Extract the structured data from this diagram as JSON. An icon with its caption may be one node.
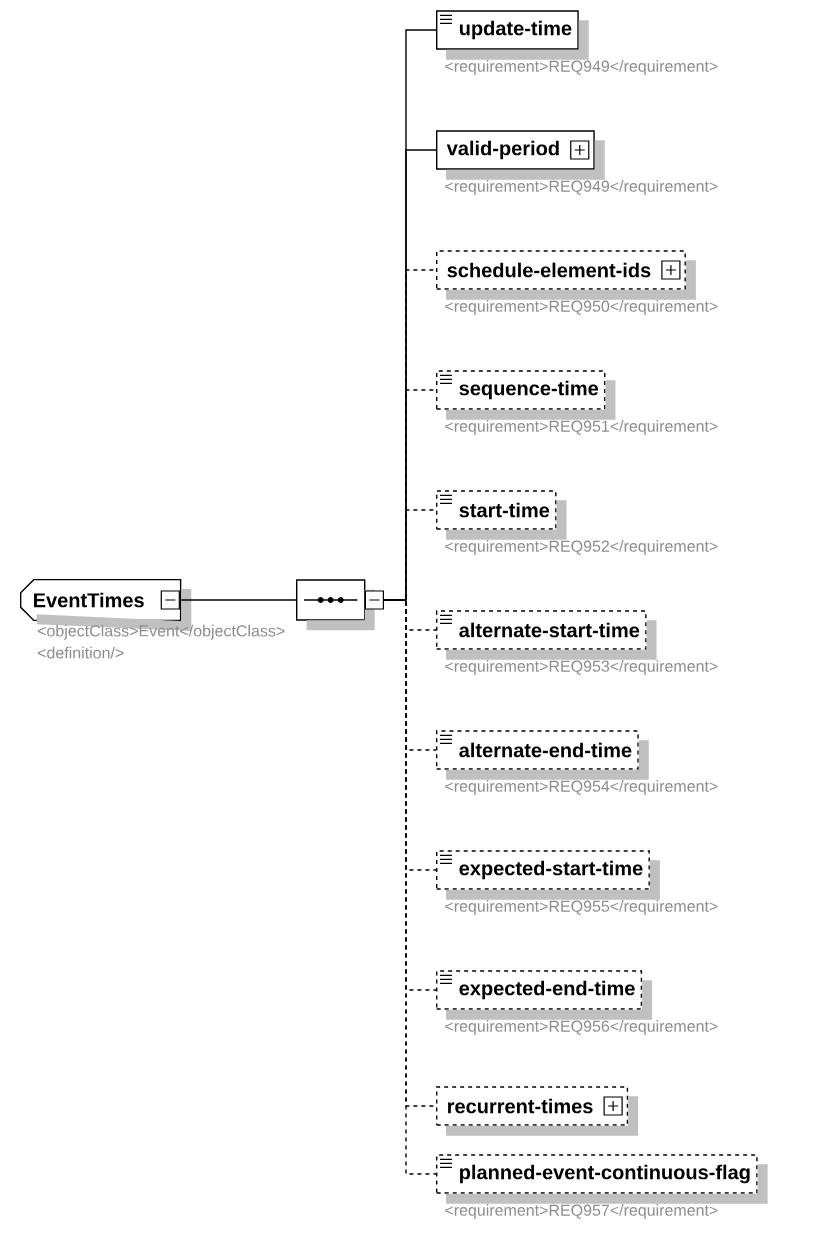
{
  "diagram": {
    "nodes": [
      {
        "text": [
          "EventTimes"
        ],
        "beside": [
          "<objectClass>Event</objectClass>",
          "<definition/>"
        ]
      },
      {
        "text": [],
        "shape": "octagon"
      },
      {
        "text": [
          "update-time"
        ],
        "beside": [
          "<requirement>REQ949</requirement>"
        ]
      },
      {
        "text": [
          "valid-period"
        ],
        "beside": [
          "<requirement>REQ949</requirement>"
        ]
      },
      {
        "text": [
          "schedule-element-ids"
        ],
        "beside": [
          "<requirement>REQ950</requirement>"
        ]
      },
      {
        "text": [
          "sequence-time"
        ],
        "beside": [
          "<requirement>REQ951</requirement>"
        ]
      },
      {
        "text": [
          "start-time"
        ],
        "beside": [
          "<requirement>REQ952</requirement>"
        ]
      },
      {
        "text": [
          "alternate-start-time"
        ],
        "beside": [
          "<requirement>REQ953</requirement>"
        ]
      },
      {
        "text": [
          "alternate-end-time"
        ],
        "beside": [
          "<requirement>REQ954</requirement>"
        ]
      },
      {
        "text": [
          "expected-start-time"
        ],
        "beside": [
          "<requirement>REQ955</requirement>"
        ]
      },
      {
        "text": [
          "expected-end-time"
        ],
        "beside": [
          "<requirement>REQ956</requirement>"
        ]
      },
      {
        "text": [
          "recurrent-times"
        ]
      },
      {
        "text": [
          "planned-event-continuous-flag"
        ],
        "beside": [
          "<requirement>REQ957</requirement>"
        ]
      }
    ],
    "edges": [
      {
        "from": 0,
        "to": 1,
        "arrow": "none"
      },
      {
        "from": 1,
        "to": 2,
        "arrow": "none"
      },
      {
        "from": 1,
        "to": 3,
        "arrow": "none"
      },
      {
        "from": 1,
        "to": 4,
        "arrow": "none",
        "style": "dashed"
      },
      {
        "from": 1,
        "to": 5,
        "arrow": "none",
        "style": "dashed"
      },
      {
        "from": 1,
        "to": 6,
        "arrow": "none",
        "style": "dashed"
      },
      {
        "from": 1,
        "to": 7,
        "arrow": "none",
        "style": "dashed"
      },
      {
        "from": 1,
        "to": 8,
        "arrow": "none",
        "style": "dashed"
      },
      {
        "from": 1,
        "to": 9,
        "arrow": "none",
        "style": "dashed"
      },
      {
        "from": 1,
        "to": 10,
        "arrow": "none",
        "style": "dashed"
      },
      {
        "from": 1,
        "to": 11,
        "arrow": "none",
        "style": "dashed"
      },
      {
        "from": 1,
        "to": 12,
        "arrow": "none",
        "style": "dashed"
      }
    ]
  }
}
